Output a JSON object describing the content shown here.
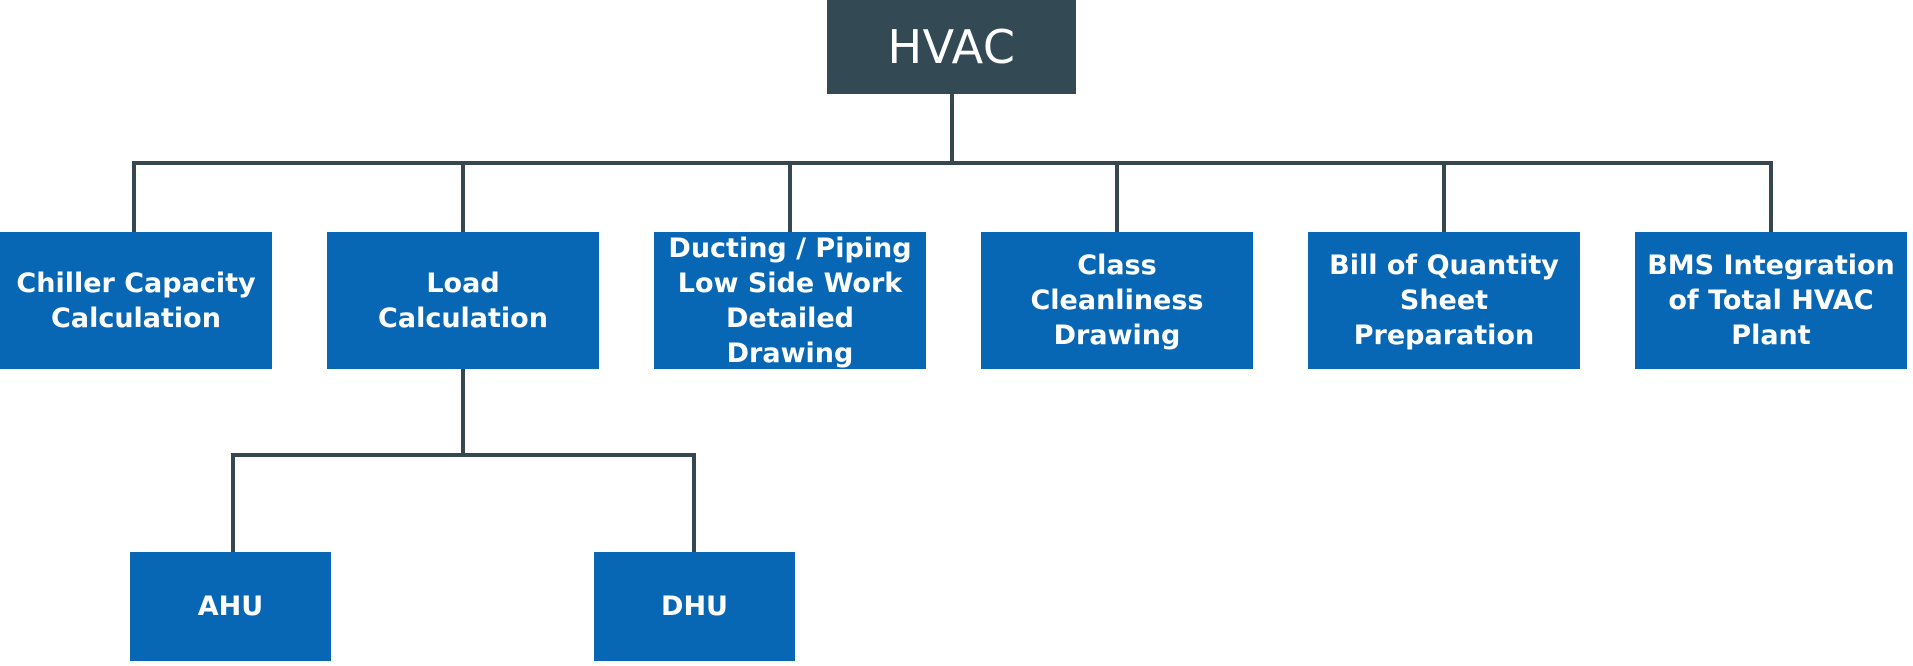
{
  "diagram": {
    "root": {
      "label": "HVAC"
    },
    "branches": [
      {
        "label": "Chiller Capacity\nCalculation"
      },
      {
        "label": "Load\nCalculation"
      },
      {
        "label": "Ducting / Piping\nLow Side Work\nDetailed Drawing"
      },
      {
        "label": "Class\nCleanliness\nDrawing"
      },
      {
        "label": "Bill of Quantity\nSheet\nPreparation"
      },
      {
        "label": "BMS Integration\nof Total HVAC\nPlant"
      }
    ],
    "load_children": [
      {
        "label": "AHU"
      },
      {
        "label": "DHU"
      }
    ]
  },
  "colors": {
    "root_fill": "#334a55",
    "node_fill": "#0767b4",
    "connector": "#36474f",
    "text": "#ffffff"
  }
}
